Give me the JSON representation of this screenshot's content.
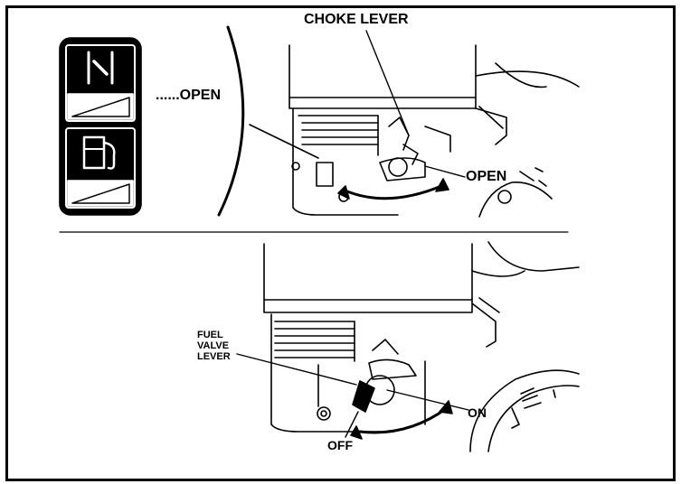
{
  "labels": {
    "choke_lever": "CHOKE LEVER",
    "open_dots": "......OPEN",
    "open": "OPEN",
    "fuel_valve_line1": "FUEL",
    "fuel_valve_line2": "VALVE",
    "fuel_valve_line3": "LEVER",
    "on": "ON",
    "off": "OFF"
  },
  "icons": {
    "top": "choke-open-icon",
    "bottom": "fuel-pump-icon"
  },
  "colors": {
    "ink": "#000000",
    "paper": "#ffffff"
  }
}
